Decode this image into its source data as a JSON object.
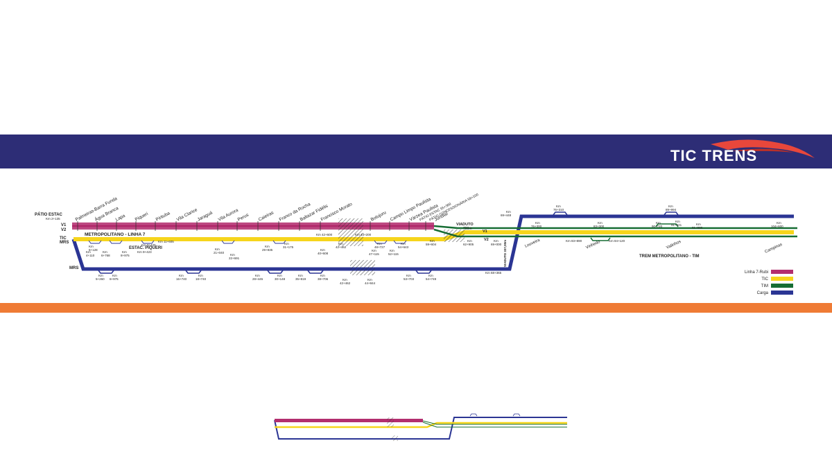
{
  "brand": {
    "logo_text": "TIC TRENS",
    "colors": {
      "header": "#2d2d76",
      "footer": "#ef7b35",
      "logo_swoosh": "#e8473b"
    }
  },
  "legend": [
    {
      "label": "Linha 7-Rubi",
      "color": "#b32e6e"
    },
    {
      "label": "TIC",
      "color": "#f6d51c"
    },
    {
      "label": "TIM",
      "color": "#166d33"
    },
    {
      "label": "Carga",
      "color": "#2b3594"
    }
  ],
  "track_labels": {
    "patio_estac": "PÁTIO ESTAC",
    "patio_estac_km": "Km 2+135",
    "v1": "V1",
    "v2": "V2",
    "tic": "TIC",
    "mrs": "MRS",
    "v1_right": "V1",
    "v2_right": "V2"
  },
  "line_labels": {
    "metropolitano": "METROPOLITANO - LINHA 7",
    "tim": "TREM METROPOLITANO - TIM",
    "estac_piqueri": "ESTAC. PIQUERI",
    "viaduto": "VIADUTO",
    "viaduto_len": "720m",
    "viaduto_vertical": "VIADUTO 337,00m"
  },
  "stations_l7": [
    "Palmeiras-Barra Funda",
    "Água Branca",
    "Lapa",
    "Piqueri",
    "Pirituba",
    "Vila Clarice",
    "Jaraguá",
    "Vila Aurora",
    "Perus",
    "Caieiras",
    "Franco da Rocha",
    "Baltazar Fidélis",
    "Francisco Morato",
    "Botujuru",
    "Campo Limpo Paulista",
    "Várzea Paulista",
    "PÁTIO ESTAC 55+300",
    "PÁTIO CONCESSIONÁRIA 59+100",
    "Jundiaí"
  ],
  "stations_tim": [
    "Louveira",
    "Vinhedo",
    "Valinhos",
    "Campinas"
  ],
  "km_tic": [
    {
      "a": "Km",
      "b": "5+128"
    },
    {
      "a": "Km",
      "b": "4+110"
    },
    {
      "a": "Km",
      "b": "6+768"
    },
    {
      "a": "Km",
      "b": "8+975"
    },
    {
      "a": "Km 9+425",
      "b": ""
    },
    {
      "a": "Km 9+423",
      "b": ""
    },
    {
      "a": "Km 11+605",
      "b": ""
    },
    {
      "a": "Km",
      "b": "21+040"
    },
    {
      "a": "Km",
      "b": "22+691"
    },
    {
      "a": "Km",
      "b": "29+835"
    },
    {
      "a": "Km",
      "b": "31+175"
    },
    {
      "a": "Km",
      "b": "40+608"
    },
    {
      "a": "Km",
      "b": "42+462"
    },
    {
      "a": "Km 42+600",
      "b": ""
    },
    {
      "a": "Km 43+200",
      "b": ""
    },
    {
      "a": "Km",
      "b": "47+115"
    },
    {
      "a": "Km",
      "b": "48+727"
    },
    {
      "a": "Km",
      "b": "52+115"
    },
    {
      "a": "Km",
      "b": "54+643"
    },
    {
      "a": "Km",
      "b": "59+604"
    },
    {
      "a": "Km",
      "b": "62+905"
    },
    {
      "a": "Km",
      "b": "69+000"
    }
  ],
  "km_mrs": [
    {
      "a": "Km",
      "b": "5+260"
    },
    {
      "a": "Km",
      "b": "6+975"
    },
    {
      "a": "Km",
      "b": "16+740"
    },
    {
      "a": "Km",
      "b": "18+740"
    },
    {
      "a": "Km",
      "b": "28+445"
    },
    {
      "a": "Km",
      "b": "30+148"
    },
    {
      "a": "Km",
      "b": "35+819"
    },
    {
      "a": "Km",
      "b": "38+706"
    },
    {
      "a": "Km",
      "b": "42+462"
    },
    {
      "a": "Km",
      "b": "44+844"
    },
    {
      "a": "Km",
      "b": "53+703"
    },
    {
      "a": "Km",
      "b": "54+749"
    },
    {
      "a": "Km 68+365",
      "b": ""
    }
  ],
  "km_carga_top": [
    {
      "a": "Km",
      "b": "69+448"
    },
    {
      "a": "Km",
      "b": "76+310"
    },
    {
      "a": "Km",
      "b": "89+994"
    }
  ],
  "km_tim": [
    {
      "a": "Km",
      "b": "76+300"
    },
    {
      "a": "Km",
      "b": "83+300"
    },
    {
      "a": "Km 83+890",
      "b": ""
    },
    {
      "a": "Km 84+120",
      "b": ""
    },
    {
      "a": "Km",
      "b": "90+720"
    },
    {
      "a": "Km",
      "b": "91+241"
    },
    {
      "a": "Km",
      "b": "91+580"
    },
    {
      "a": "Km",
      "b": "104+600"
    }
  ]
}
